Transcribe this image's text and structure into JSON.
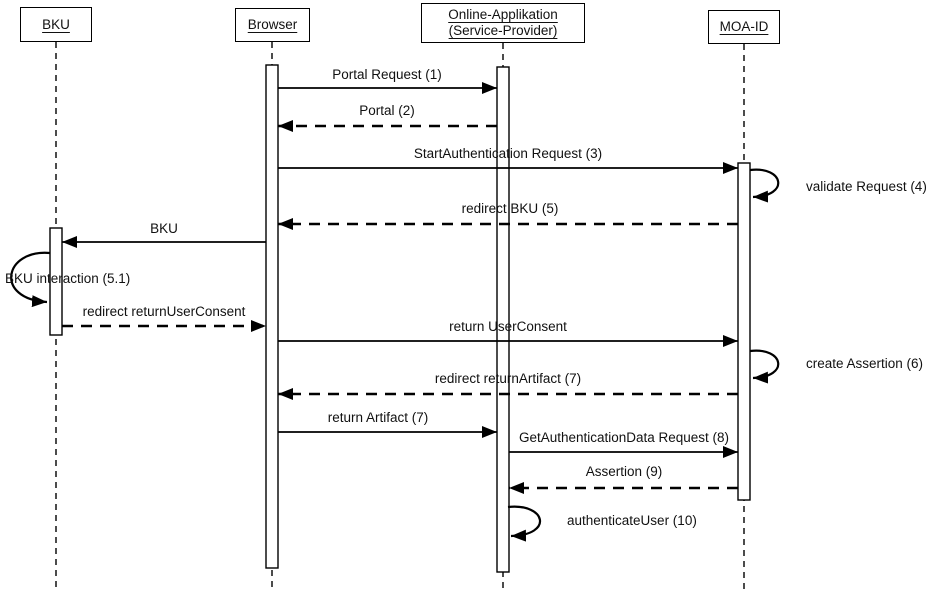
{
  "diagram_type": "uml-sequence-diagram",
  "colors": {
    "background": "#ffffff",
    "line": "#000000",
    "text": "#111111"
  },
  "actors": [
    {
      "id": "bku",
      "label": "BKU"
    },
    {
      "id": "browser",
      "label": "Browser"
    },
    {
      "id": "online-app",
      "label": "Online-Applikation (Service-Provider)"
    },
    {
      "id": "moa-id",
      "label": "MOA-ID"
    }
  ],
  "messages": [
    {
      "label": "Portal Request (1)",
      "from": "Browser",
      "to": "Online-Applikation (Service-Provider)",
      "line": "solid"
    },
    {
      "label": "Portal (2)",
      "from": "Online-Applikation (Service-Provider)",
      "to": "Browser",
      "line": "dashed"
    },
    {
      "label": "StartAuthentication Request (3)",
      "from": "Browser",
      "to": "MOA-ID",
      "line": "solid"
    },
    {
      "label": "validate Request (4)",
      "from": "MOA-ID",
      "to": "MOA-ID",
      "line": "self"
    },
    {
      "label": "redirect BKU (5)",
      "from": "MOA-ID",
      "to": "Browser",
      "line": "dashed"
    },
    {
      "label": "BKU",
      "from": "Browser",
      "to": "BKU",
      "line": "solid"
    },
    {
      "label": "BKU interaction (5.1)",
      "from": "BKU",
      "to": "BKU",
      "line": "self"
    },
    {
      "label": "redirect returnUserConsent",
      "from": "BKU",
      "to": "Browser",
      "line": "dashed"
    },
    {
      "label": "return UserConsent",
      "from": "Browser",
      "to": "MOA-ID",
      "line": "solid"
    },
    {
      "label": "create Assertion (6)",
      "from": "MOA-ID",
      "to": "MOA-ID",
      "line": "self"
    },
    {
      "label": "redirect returnArtifact (7)",
      "from": "MOA-ID",
      "to": "Browser",
      "line": "dashed"
    },
    {
      "label": "return Artifact (7)",
      "from": "Browser",
      "to": "Online-Applikation (Service-Provider)",
      "line": "solid"
    },
    {
      "label": "GetAuthenticationData Request (8)",
      "from": "Online-Applikation (Service-Provider)",
      "to": "MOA-ID",
      "line": "solid"
    },
    {
      "label": "Assertion (9)",
      "from": "MOA-ID",
      "to": "Online-Applikation (Service-Provider)",
      "line": "dashed"
    },
    {
      "label": "authenticateUser (10)",
      "from": "Online-Applikation (Service-Provider)",
      "to": "Online-Applikation (Service-Provider)",
      "line": "self"
    }
  ]
}
